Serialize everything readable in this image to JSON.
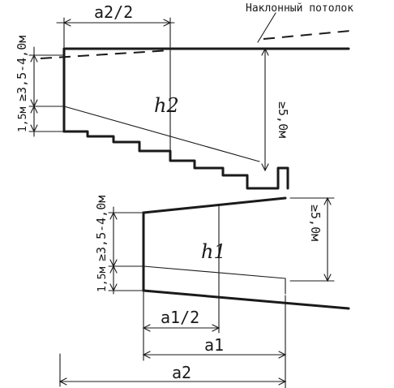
{
  "labels": {
    "ceiling_note": "Наклонный потолок",
    "upper_a2_half": "a2/2",
    "upper_h_range": "≥3,5-4,0м",
    "upper_low_h": "1,5м",
    "upper_h2": "h2",
    "upper_min_h": "≥5,0м",
    "lower_h_range": "≥3,5-4,0м",
    "lower_low_h": "1,5м",
    "lower_h1": "h1",
    "lower_min_h": "≥5,0м",
    "dim_a1_half": "a1/2",
    "dim_a1": "a1",
    "dim_a2": "a2"
  }
}
